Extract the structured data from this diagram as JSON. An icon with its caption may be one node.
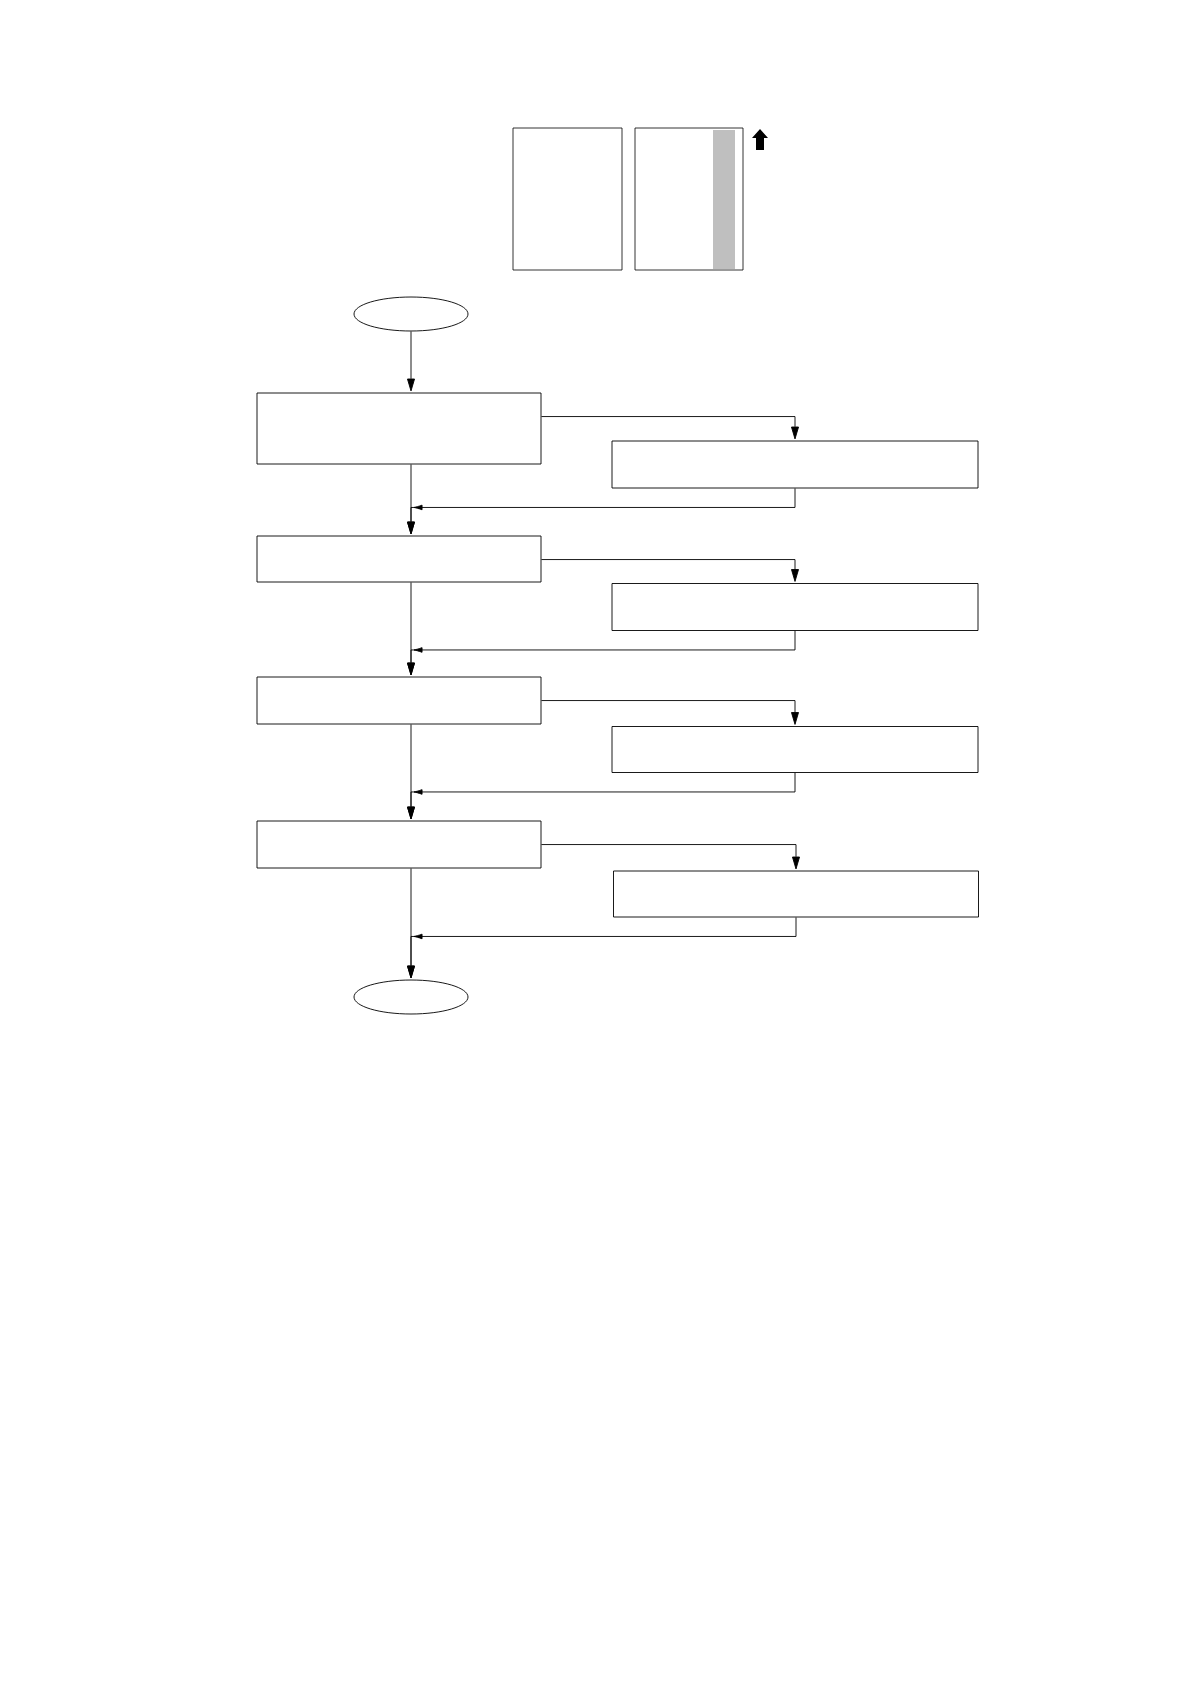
{
  "diagram": {
    "nodes": [
      {
        "text": [],
        "shape": "ellipse"
      },
      {
        "text": [],
        "shape": "box"
      },
      {
        "text": [],
        "shape": "box"
      },
      {
        "text": [],
        "shape": "box"
      },
      {
        "text": [],
        "shape": "box"
      },
      {
        "text": [],
        "shape": "box"
      },
      {
        "text": [],
        "shape": "box"
      },
      {
        "text": [],
        "shape": "box"
      },
      {
        "text": [],
        "shape": "box"
      },
      {
        "text": [],
        "shape": "ellipse"
      }
    ],
    "edges": [
      {
        "from": 0,
        "to": 1,
        "arrow": "to"
      },
      {
        "from": 1,
        "to": 2,
        "arrow": "to"
      },
      {
        "from": 2,
        "to": 3,
        "arrow": "to"
      },
      {
        "from": 1,
        "to": 3,
        "arrow": "to"
      },
      {
        "from": 3,
        "to": 4,
        "arrow": "to"
      },
      {
        "from": 4,
        "to": 5,
        "arrow": "to"
      },
      {
        "from": 3,
        "to": 5,
        "arrow": "to"
      },
      {
        "from": 5,
        "to": 6,
        "arrow": "to"
      },
      {
        "from": 6,
        "to": 7,
        "arrow": "to"
      },
      {
        "from": 5,
        "to": 7,
        "arrow": "to"
      },
      {
        "from": 7,
        "to": 8,
        "arrow": "to"
      },
      {
        "from": 8,
        "to": 9,
        "arrow": "to"
      },
      {
        "from": 7,
        "to": 9,
        "arrow": "to"
      }
    ]
  }
}
